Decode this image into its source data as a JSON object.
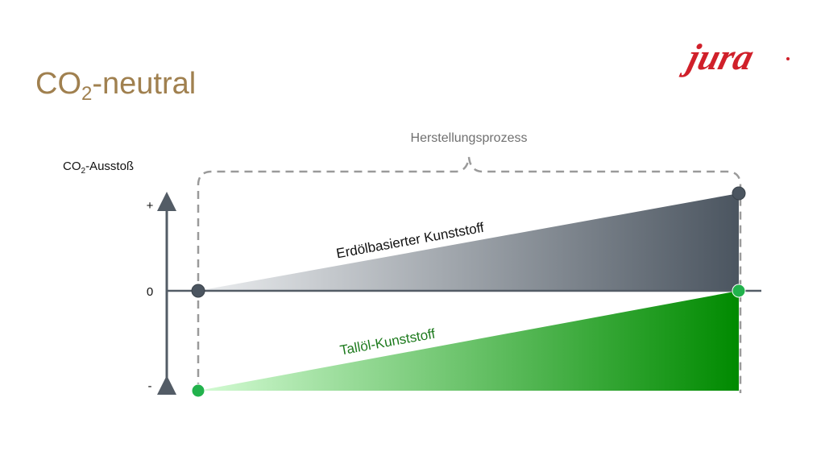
{
  "slide": {
    "title_main": "CO",
    "title_sub": "2",
    "title_rest": "-neutral",
    "logo_text": "jura",
    "brace_label": "Herstellungsprozess",
    "y_axis_label_main": "CO",
    "y_axis_label_sub": "2",
    "y_axis_label_rest": "-Ausstoß",
    "tick_plus": "+",
    "tick_zero": "0",
    "tick_minus": "-",
    "series_petroleum_label": "Erdölbasierter Kunststoff",
    "series_tallol_label": "Tallöl-Kunststoff"
  },
  "colors": {
    "title": "#a0804f",
    "logo": "#d0202a",
    "axis": "#535c66",
    "dashed": "#9a9a9a",
    "petroleum_dark": "#4b5560",
    "petroleum_light": "#e6e8eb",
    "tallol_dark": "#008a00",
    "tallol_light": "#ccf8cc",
    "tallol_dot": "#22b24c",
    "tallol_text": "#1d7a1d"
  }
}
